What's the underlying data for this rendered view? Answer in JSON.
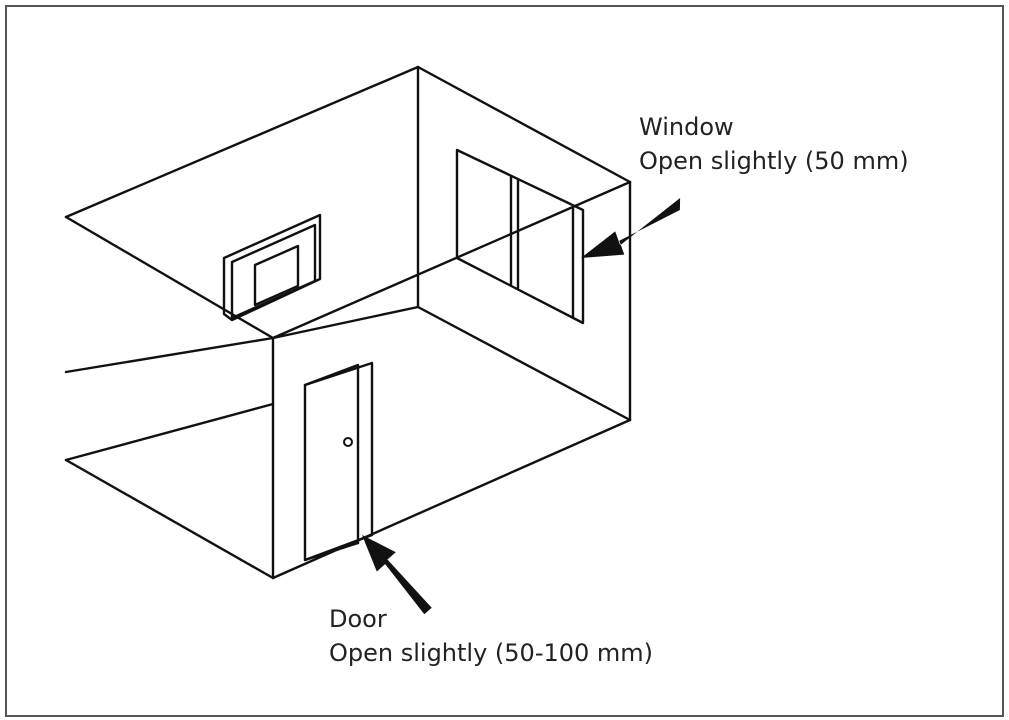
{
  "colors": {
    "line": "#111111",
    "frame_border": "#555555",
    "text": "#222222",
    "background": "#ffffff"
  },
  "labels": {
    "window": {
      "title": "Window",
      "note": "Open slightly (50 mm)"
    },
    "door": {
      "title": "Door",
      "note": "Open slightly (50-100 mm)"
    }
  }
}
